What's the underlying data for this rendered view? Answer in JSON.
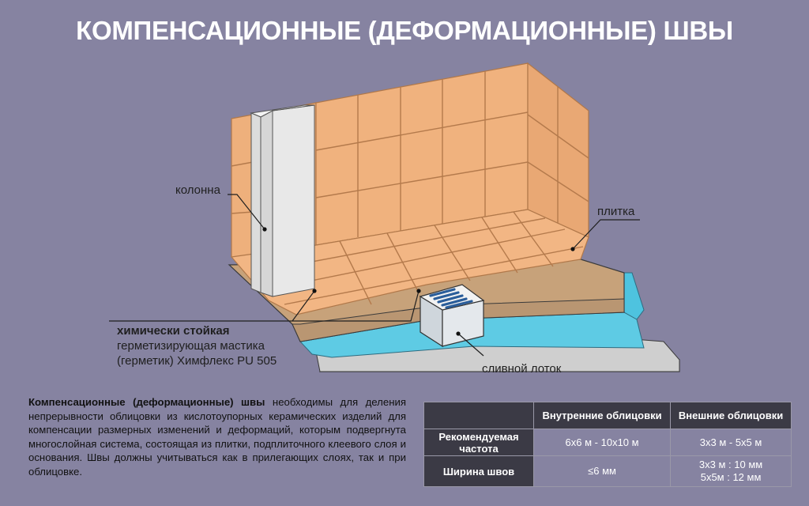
{
  "title": "КОМПЕНСАЦИОННЫЕ (ДЕФОРМАЦИОННЫЕ) ШВЫ",
  "labels": {
    "column": "колонна",
    "tile": "плитка",
    "mastic_bold": "химически стойкая",
    "mastic_line1": "герметизирующая мастика",
    "mastic_line2": "(герметик) Химфлекс PU 505",
    "drain": "сливной лоток"
  },
  "description": {
    "bold": "Компенсационные (деформационные) швы",
    "text": " необходимы для деления непрерывности облицовки из кислотоупорных керамических изделий для компенсации размерных изменений и деформаций, которым подвергнута многослойная система, состоящая из плитки, подплиточного клеевого слоя и основания. Швы должны учитываться как в прилегающих слоях, так и при облицовке."
  },
  "table": {
    "headers": [
      "",
      "Внутренние облицовки",
      "Внешние облицовки"
    ],
    "rows": [
      {
        "label": "Рекомендуемая частота",
        "internal": "6х6 м - 10х10 м",
        "external": [
          "3х3 м - 5х5 м"
        ]
      },
      {
        "label": "Ширина швов",
        "internal": "≤6 мм",
        "external": [
          "3х3 м : 10 мм",
          "5х5м : 12 мм"
        ]
      }
    ]
  },
  "colors": {
    "background": "#8683a1",
    "tile": "#f0b07c",
    "grout": "#b87a47",
    "screed": "#c9a47a",
    "waterproofing": "#4cc4e0",
    "concrete": "#d5d5d5",
    "table_header": "#3b3a45"
  }
}
